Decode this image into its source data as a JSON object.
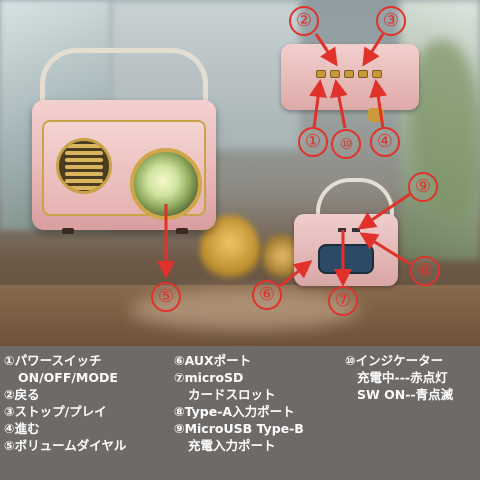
{
  "callouts": {
    "c1": "①",
    "c2": "②",
    "c3": "③",
    "c4": "④",
    "c5": "⑤",
    "c6": "⑥",
    "c7": "⑦",
    "c8": "⑧",
    "c9": "⑨",
    "c10": "⑩"
  },
  "colors": {
    "callout_red": "#e0322a",
    "legend_bg": "#6e6a68",
    "speaker_pink": "#eab9b8",
    "trim_gold": "#c9a347"
  },
  "legend": {
    "col1": [
      "①パワースイッチ",
      "ON/OFF/MODE",
      "②戻る",
      "③ストップ/プレイ",
      "④進む",
      "⑤ボリュームダイヤル"
    ],
    "col2": [
      "⑥AUXポート",
      "⑦microSD",
      "カードスロット",
      "⑧Type-A入力ポート",
      "⑨MicroUSB Type-B",
      "充電入力ポート"
    ],
    "col3": [
      "⑩インジケーター",
      "充電中---赤点灯",
      "SW ON--青点滅"
    ]
  }
}
